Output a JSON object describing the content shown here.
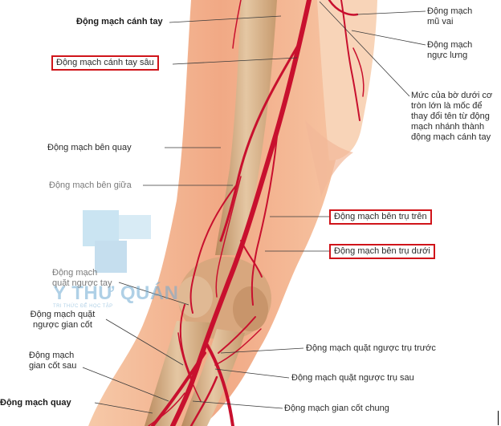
{
  "labels": {
    "brachial": "Động mạch cánh tay",
    "deep_brachial": "Động mạch cánh tay sâu",
    "radial_collateral": "Động mạch bên quay",
    "middle_collateral": "Động mạch bên giữa",
    "radial_recurrent": "Động mạch quặt ngược tay",
    "interosseous_recurrent": "Động mạch quặt ngược gian cốt",
    "posterior_interosseous": "Động mạch gian cốt sau",
    "radial": "Động mạch quay",
    "circumflex_humeral": "Động mạch mũ vai",
    "thoracodorsal": "Động mạch ngực lưng",
    "teres_note": "Mức của bờ dưới cơ tròn lớn là mốc để thay đổi tên từ động mạch nhánh thành động mạch cánh tay",
    "superior_ulnar_collateral": "Động mạch bên trụ trên",
    "inferior_ulnar_collateral": "Động mạch bên trụ dưới",
    "anterior_ulnar_recurrent": "Động mạch quặt ngược trụ trước",
    "posterior_ulnar_recurrent": "Động mạch quặt ngược trụ sau",
    "common_interosseous": "Động mạch gian cốt chung"
  },
  "watermark": {
    "brand": "Y THƯ QUÁN",
    "tagline": "TRI THỨC ĐỂ HỌC TẬP"
  },
  "colors": {
    "artery": "#c8102e",
    "skin": "#f3b28f",
    "bone": "#d9b08a",
    "highlight_box": "#d0141a"
  }
}
